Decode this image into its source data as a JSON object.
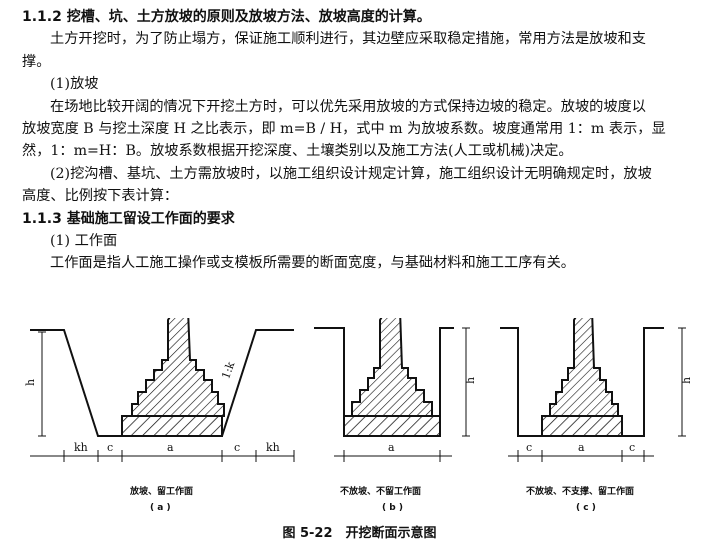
{
  "heading_112": "1.1.2 挖槽、坑、土方放坡的原则及放坡方法、放坡高度的计算。",
  "para1_l1": "土方开挖时，为了防止塌方，保证施工顺利进行，其边壁应采取稳定措施，常用方法是放坡和支",
  "para1_l2": "撑。",
  "item1_title": "(1)放坡",
  "para2_l1": "在场地比较开阔的情况下开挖土方时，可以优先采用放坡的方式保持边坡的稳定。放坡的坡度以",
  "para2_l2": "放坡宽度 B 与挖土深度 H 之比表示，即 m=B / H，式中 m 为放坡系数。坡度通常用 1：m 表示，显",
  "para2_l3": "然，1：m=H：B。放坡系数根据开挖深度、土壤类别以及施工方法(人工或机械)决定。",
  "item2_l1": "(2)挖沟槽、基坑、土方需放坡时，以施工组织设计规定计算，施工组织设计无明确规定时，放坡",
  "item2_l2": "高度、比例按下表计算：",
  "heading_113": "1.1.3 基础施工留设工作面的要求",
  "item3_title": "(1) 工作面",
  "para3_l1": "工作面是指人工施工操作或支模板所需要的断面宽度，与基础材料和施工工序有关。",
  "figure": {
    "caption": "图 5-22　开挖断面示意图",
    "panel_a": {
      "dims": [
        "kh",
        "c",
        "a",
        "c",
        "kh"
      ],
      "height_label": "h",
      "slope_label": "1:k",
      "desc": "放坡、留工作面",
      "tag": "( a )"
    },
    "panel_b": {
      "dims": [
        "a"
      ],
      "height_label": "h",
      "desc": "不放坡、不留工作面",
      "tag": "( b )"
    },
    "panel_c": {
      "dims": [
        "c",
        "a",
        "c"
      ],
      "height_label": "h",
      "desc": "不放坡、不支撑、留工作面",
      "tag": "( c )"
    }
  }
}
